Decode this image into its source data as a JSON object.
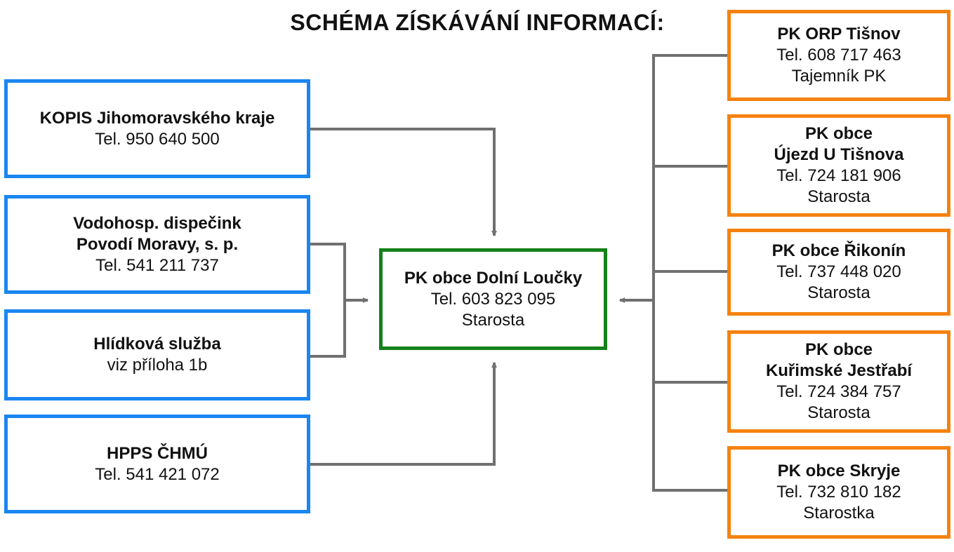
{
  "title": "SCHÉMA ZÍSKÁVÁNÍ INFORMACÍ:",
  "colors": {
    "source_border": "#1a86f0",
    "center_border": "#14811a",
    "municipality_border": "#f5820f",
    "connector": "#707070"
  },
  "sources": [
    {
      "lines": [
        "KOPIS Jihomoravského kraje"
      ],
      "sub": [
        "Tel. 950 640 500"
      ]
    },
    {
      "lines": [
        "Vodohosp. dispečink",
        "Povodí Moravy, s. p."
      ],
      "sub": [
        "Tel. 541 211 737"
      ]
    },
    {
      "lines": [
        "Hlídková služba"
      ],
      "sub": [
        "viz příloha 1b"
      ]
    },
    {
      "lines": [
        "HPPS ČHMÚ"
      ],
      "sub": [
        "Tel. 541 421 072"
      ]
    }
  ],
  "center": {
    "lines": [
      "PK obce Dolní Loučky"
    ],
    "sub": [
      "Tel. 603 823 095",
      "Starosta"
    ]
  },
  "municipalities": [
    {
      "lines": [
        "PK ORP Tišnov"
      ],
      "sub": [
        "Tel. 608 717 463",
        "Tajemník PK"
      ]
    },
    {
      "lines": [
        "PK obce",
        "Újezd U Tišnova"
      ],
      "sub": [
        "Tel. 724 181 906",
        "Starosta"
      ]
    },
    {
      "lines": [
        "PK obce Řikonín"
      ],
      "sub": [
        "Tel. 737 448 020",
        "Starosta"
      ]
    },
    {
      "lines": [
        "PK obce",
        "Kuřimské Jestřabí"
      ],
      "sub": [
        "Tel. 724 384 757",
        "Starosta"
      ]
    },
    {
      "lines": [
        "PK obce Skryje"
      ],
      "sub": [
        "Tel. 732 810 182",
        "Starostka"
      ]
    }
  ]
}
